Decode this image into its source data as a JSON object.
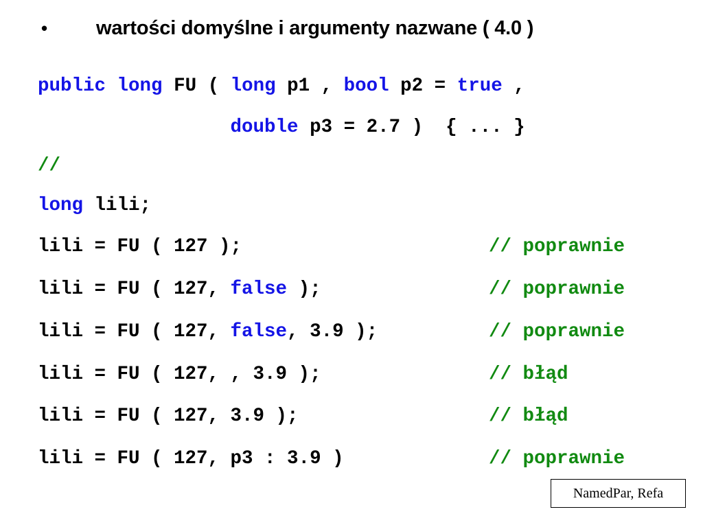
{
  "heading": {
    "bullet": "•",
    "title": "wartości  domyślne i argumenty nazwane  ( 4.0 )"
  },
  "code": {
    "line1": {
      "kw1": "public",
      "kw2": "long",
      "t1": " FU ( ",
      "kw3": "long",
      "t2": " p1 , ",
      "kw4": "bool",
      "t3": " p2 = ",
      "kw5": "true",
      "t4": " ,"
    },
    "line2": {
      "indent": "                 ",
      "kw1": "double",
      "t1": " p3 = 2.7 )  { ... }"
    },
    "line3": {
      "comment": "//"
    },
    "line4": {
      "kw1": "long",
      "t1": " lili;"
    },
    "calls": [
      {
        "pre": "lili = FU ( 127 );",
        "kw": "",
        "post": "",
        "comment": "// poprawnie"
      },
      {
        "pre": "lili = FU ( 127, ",
        "kw": "false",
        "post": " );",
        "comment": "// poprawnie"
      },
      {
        "pre": "lili = FU ( 127, ",
        "kw": "false",
        "post": ", 3.9 );",
        "comment": "// poprawnie"
      },
      {
        "pre": "lili = FU ( 127, , 3.9 );",
        "kw": "",
        "post": "",
        "comment": "// błąd"
      },
      {
        "pre": "lili = FU ( 127, 3.9 );",
        "kw": "",
        "post": "",
        "comment": "// błąd"
      },
      {
        "pre": "lili = FU ( 127, p3 : 3.9 )",
        "kw": "",
        "post": "",
        "comment": "// poprawnie"
      }
    ]
  },
  "footer": {
    "label": "NamedPar, Refa"
  },
  "colors": {
    "keyword": "#1414e6",
    "comment": "#118a11",
    "text": "#000000"
  }
}
